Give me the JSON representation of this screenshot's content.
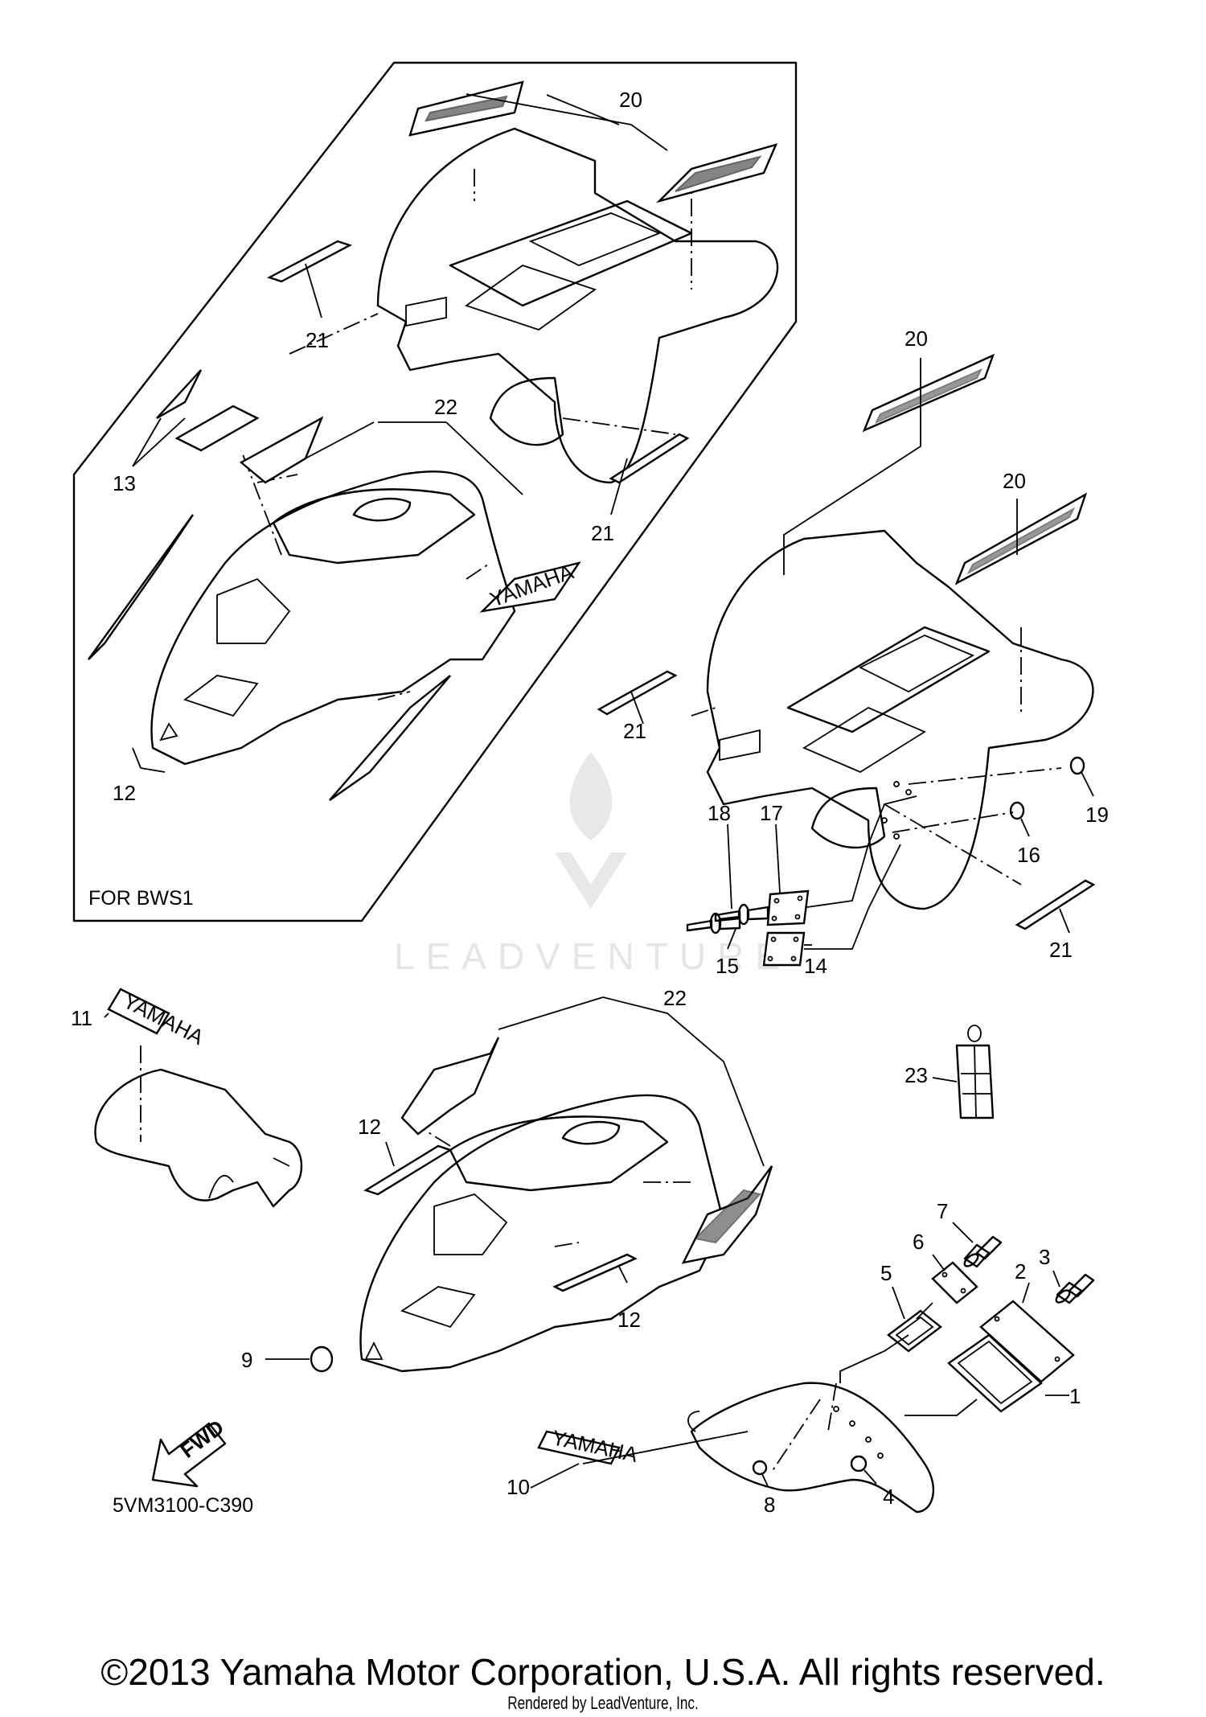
{
  "diagram": {
    "inset_label": "FOR BWS1",
    "part_code": "5VM3100-C390",
    "fwd_label": "FWD",
    "watermark": "LEADVENTURE",
    "decal_text": "YAMAHA",
    "callouts": {
      "c20a": "20",
      "c21a": "21",
      "c22a": "22",
      "c13": "13",
      "c21b": "21",
      "c12a": "12",
      "c20b": "20",
      "c20c": "20",
      "c21c": "21",
      "c18": "18",
      "c17": "17",
      "c19": "19",
      "c16": "16",
      "c15": "15",
      "c14": "14",
      "c21d": "21",
      "c11": "11",
      "c22b": "22",
      "c12b": "12",
      "c12c": "12",
      "c23": "23",
      "c9": "9",
      "c7": "7",
      "c6": "6",
      "c5": "5",
      "c3": "3",
      "c2": "2",
      "c1": "1",
      "c10": "10",
      "c8": "8",
      "c4": "4"
    }
  },
  "footer": {
    "copyright": "©2013 Yamaha Motor Corporation, U.S.A. All rights reserved.",
    "rendered_by": "Rendered by LeadVenture, Inc."
  }
}
